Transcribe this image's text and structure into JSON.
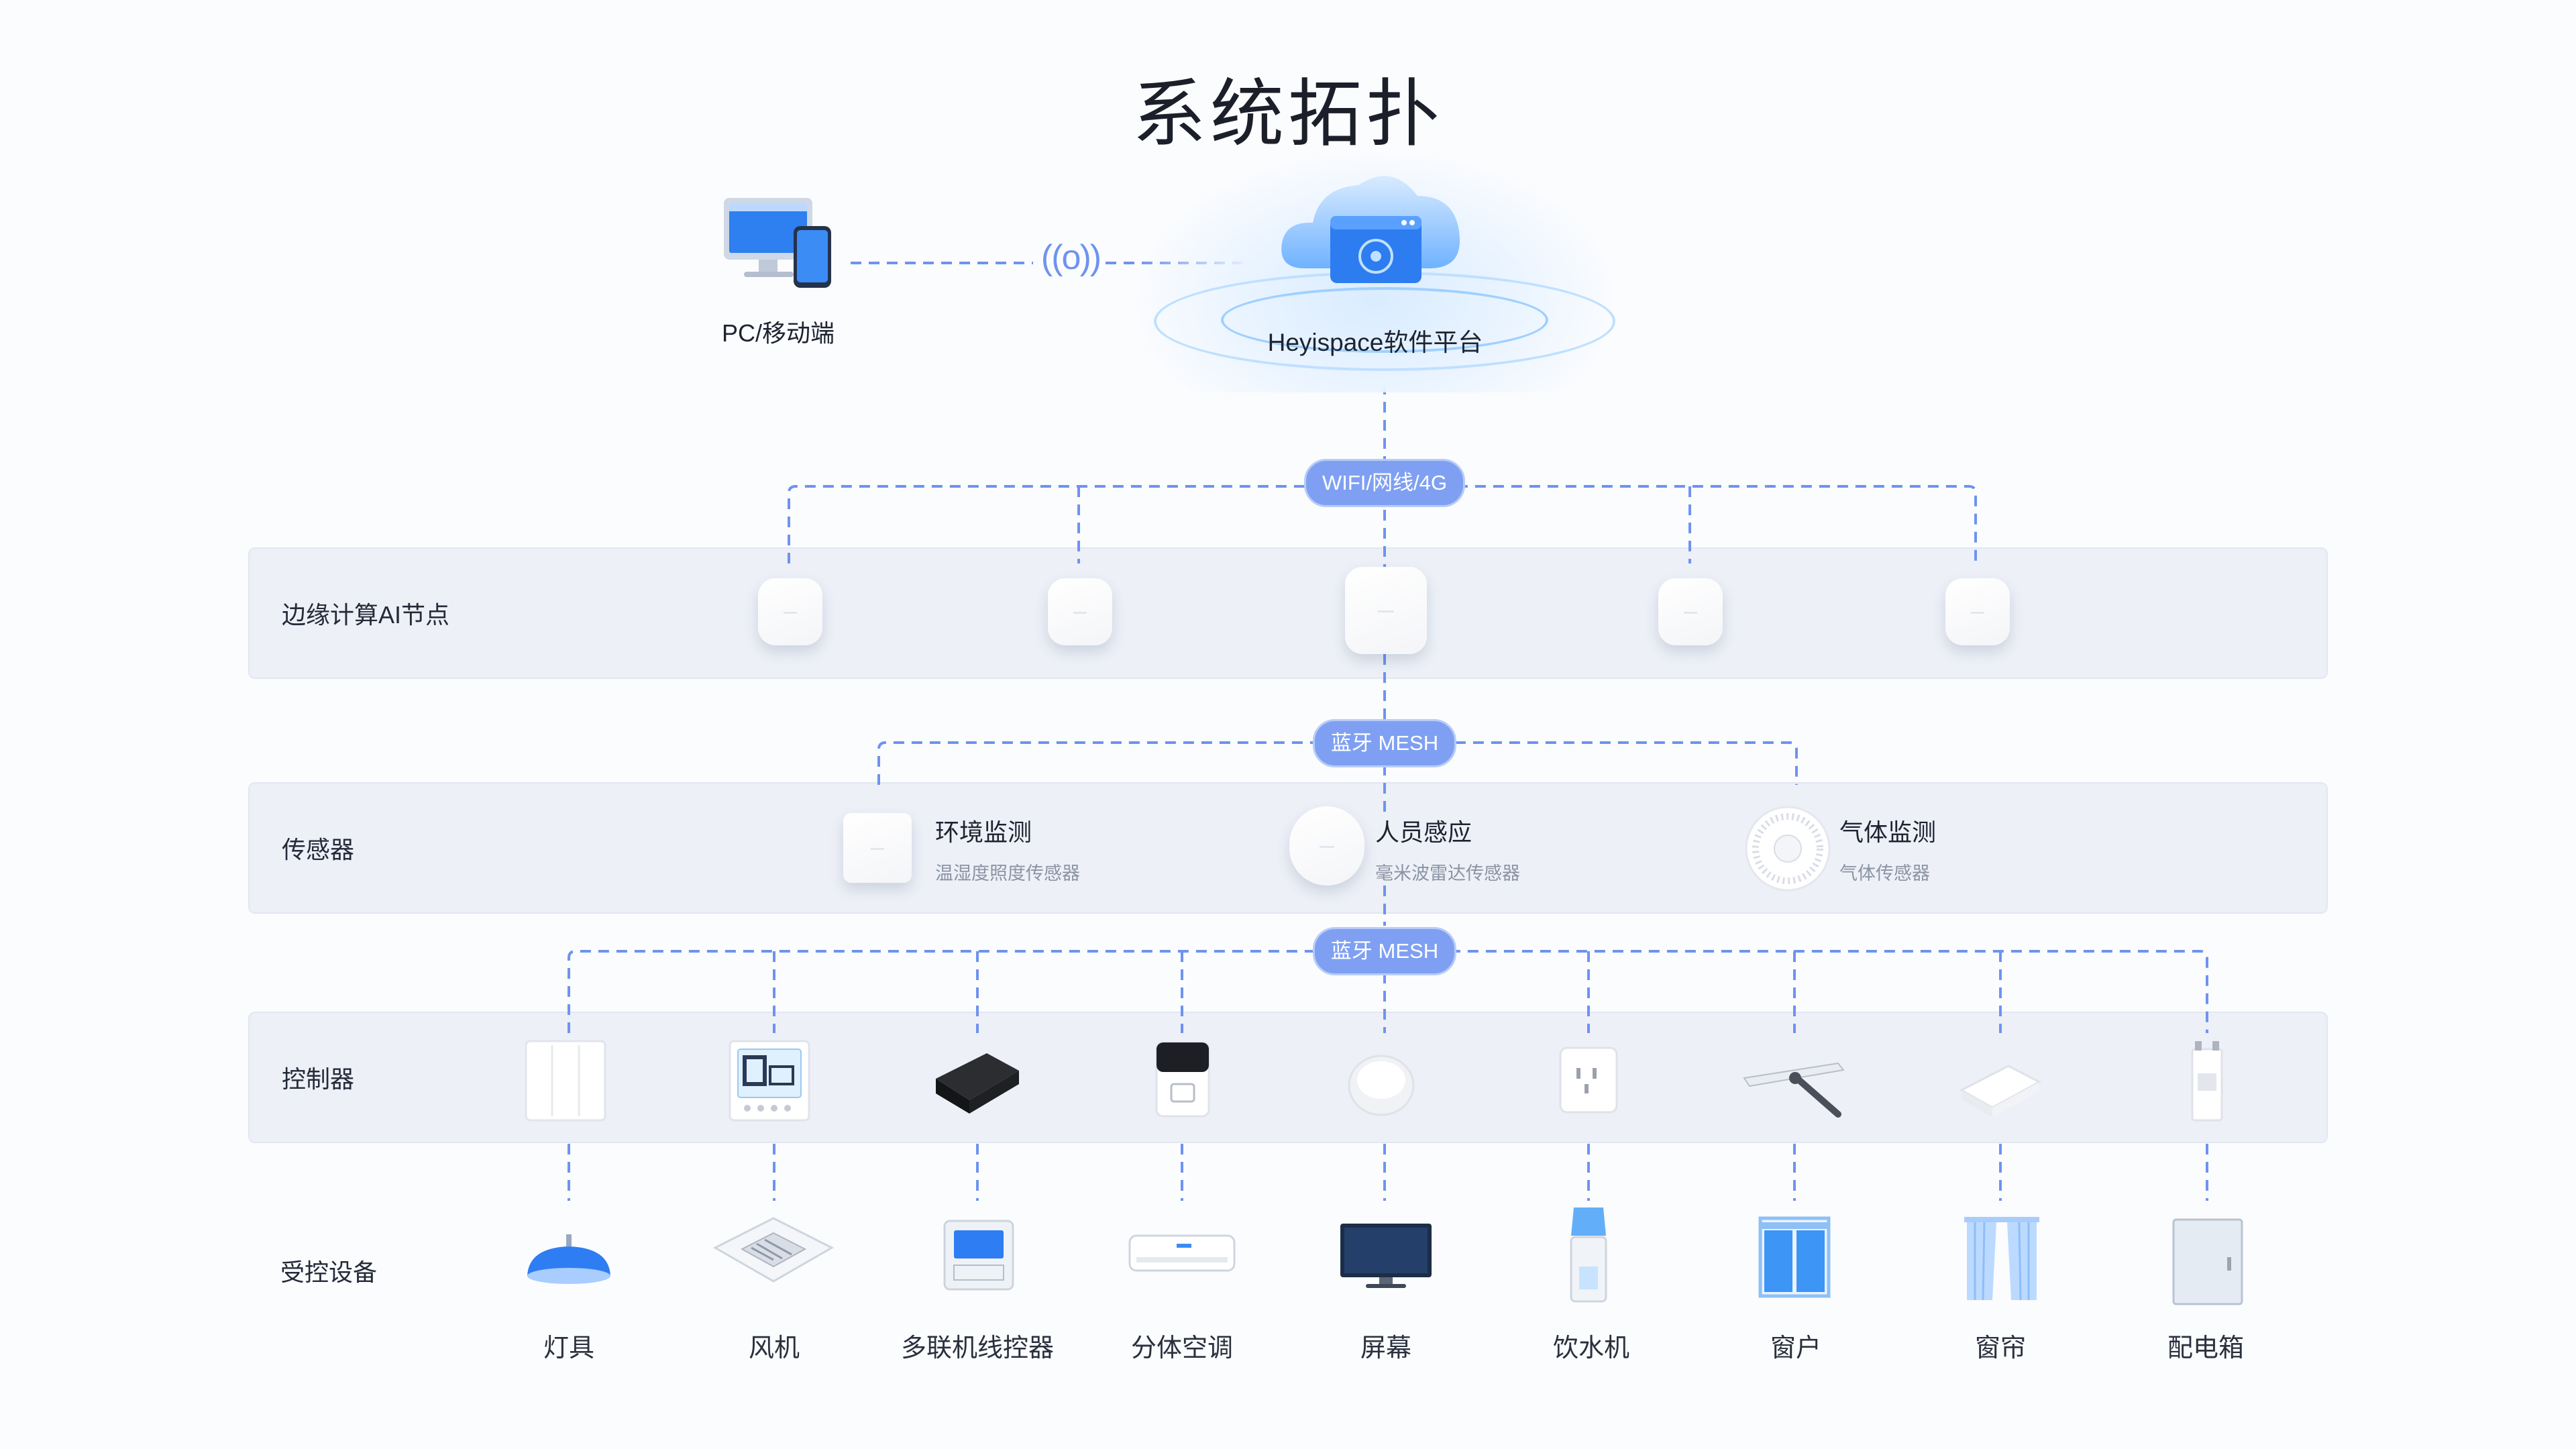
{
  "title": "系统拓扑",
  "pc": {
    "label": "PC/移动端"
  },
  "wireless_symbol": "((o))",
  "cloud": {
    "label": "Heyispace软件平台"
  },
  "links": {
    "network": "WIFI/网线/4G",
    "mesh_1": "蓝牙 MESH",
    "mesh_2": "蓝牙 MESH"
  },
  "layers": {
    "edge": {
      "label": "边缘计算AI节点"
    },
    "sensors": {
      "label": "传感器",
      "items": [
        {
          "title": "环境监测",
          "subtitle": "温湿度照度传感器"
        },
        {
          "title": "人员感应",
          "subtitle": "毫米波雷达传感器"
        },
        {
          "title": "气体监测",
          "subtitle": "气体传感器"
        }
      ]
    },
    "controllers": {
      "label": "控制器"
    },
    "devices": {
      "label": "受控设备",
      "items": [
        {
          "name": "灯具",
          "icon": "lamp-icon"
        },
        {
          "name": "风机",
          "icon": "fan-coil-icon"
        },
        {
          "name": "多联机线控器",
          "icon": "vrf-controller-icon"
        },
        {
          "name": "分体空调",
          "icon": "air-conditioner-icon"
        },
        {
          "name": "屏幕",
          "icon": "monitor-icon"
        },
        {
          "name": "饮水机",
          "icon": "water-dispenser-icon"
        },
        {
          "name": "窗户",
          "icon": "window-icon"
        },
        {
          "name": "窗帘",
          "icon": "curtain-icon"
        },
        {
          "name": "配电箱",
          "icon": "distribution-box-icon"
        }
      ]
    }
  },
  "colors": {
    "line": "#6f93ee",
    "pill": "#7fa0f2",
    "band": "#edf0f7"
  }
}
